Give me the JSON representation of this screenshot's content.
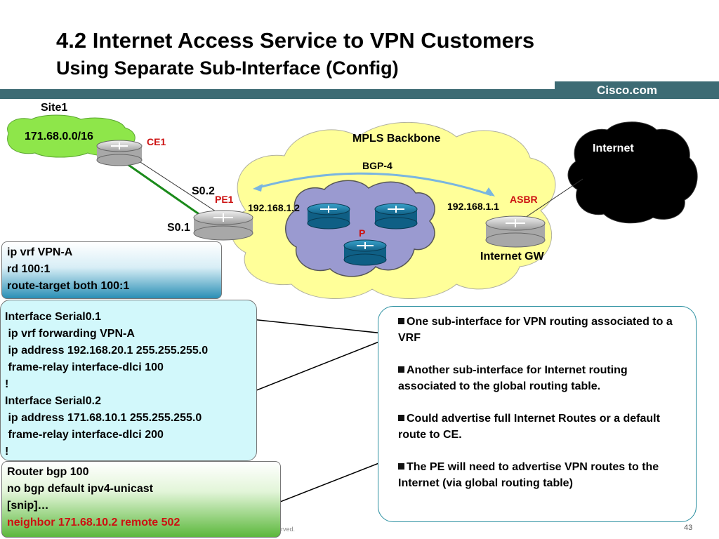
{
  "slide": {
    "title_line1": "4.2 Internet Access Service to VPN Customers",
    "title_line2": "Using Separate Sub-Interface (Config)",
    "brand": "Cisco.com",
    "page_number": "43",
    "footer_fragment": "rved."
  },
  "diagram": {
    "site_label": "Site1",
    "site_network": "171.68.0.0/16",
    "ce_label": "CE1",
    "pe_label": "PE1",
    "p_label": "P",
    "asbr_label": "ASBR",
    "backbone_label": "MPLS Backbone",
    "bgp_label": "BGP-4",
    "internet_label": "Internet",
    "gw_label": "Internet GW",
    "s02_label": "S0.2",
    "s01_label": "S0.1",
    "pe_ip": "192.168.1.2",
    "asbr_ip": "192.168.1.1",
    "colors": {
      "cloud_yellow": "#ffff99",
      "cloud_purple": "#9a9ad0",
      "site_green": "#8ee64a",
      "router_gray": "#d8d8d8",
      "router_blue": "#1e7fa8",
      "link_green": "#1a8a1a",
      "label_red": "#cc1111",
      "bgp_arrow": "#7ab6e0"
    }
  },
  "config": {
    "vrf": [
      "ip vrf VPN-A",
      "rd 100:1",
      "route-target both 100:1"
    ],
    "interfaces": [
      "Interface Serial0.1",
      " ip vrf forwarding VPN-A",
      " ip address 192.168.20.1 255.255.255.0",
      " frame-relay interface-dlci 100",
      "!",
      "Interface Serial0.2",
      " ip address 171.68.10.1 255.255.255.0",
      " frame-relay interface-dlci 200",
      "!"
    ],
    "bgp": [
      "Router bgp 100",
      "no bgp default ipv4-unicast",
      "[snip]…"
    ],
    "bgp_highlight": "neighbor 171.68.10.2 remote 502"
  },
  "notes": [
    "One sub-interface for VPN routing associated to a VRF",
    "Another sub-interface for Internet routing associated to the global routing table.",
    "Could advertise full Internet Routes or a default route to CE.",
    "The PE will need to advertise VPN routes to the Internet (via global routing table)"
  ]
}
